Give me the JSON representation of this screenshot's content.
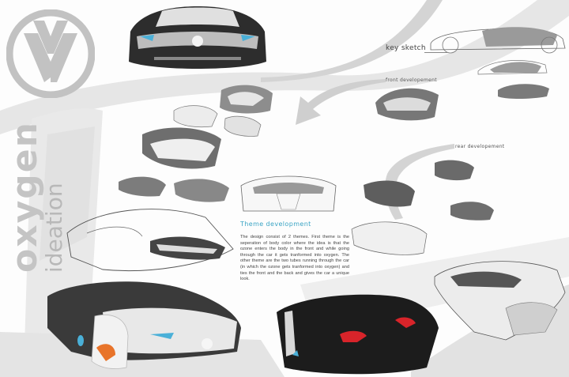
{
  "board": {
    "brand_logo": "vw-logo",
    "title": "oxygen",
    "subtitle": "ideation",
    "labels": {
      "key_sketch": "key sketch",
      "front_development": "front developement",
      "rear_development": "rear developement"
    },
    "theme": {
      "heading": "Theme development",
      "body": "The design consist of 2 themes. First theme is the seperation of body color where the idea is that the ozone enters the body in the front and while going through the car it gets tranformed into oxygen. The other theme are the two tubes running through the car (in which the ozone gets tranformed into oxygen) and ties the front and the back and gives the car a unique look."
    },
    "colors": {
      "accent": "#3aa4c4",
      "logo_gray": "#c4c4c4",
      "car_dark": "#2a2a2a",
      "tail_light": "#d8242a",
      "orange_accent": "#e8742a",
      "blue_light": "#4ab0d8"
    }
  }
}
